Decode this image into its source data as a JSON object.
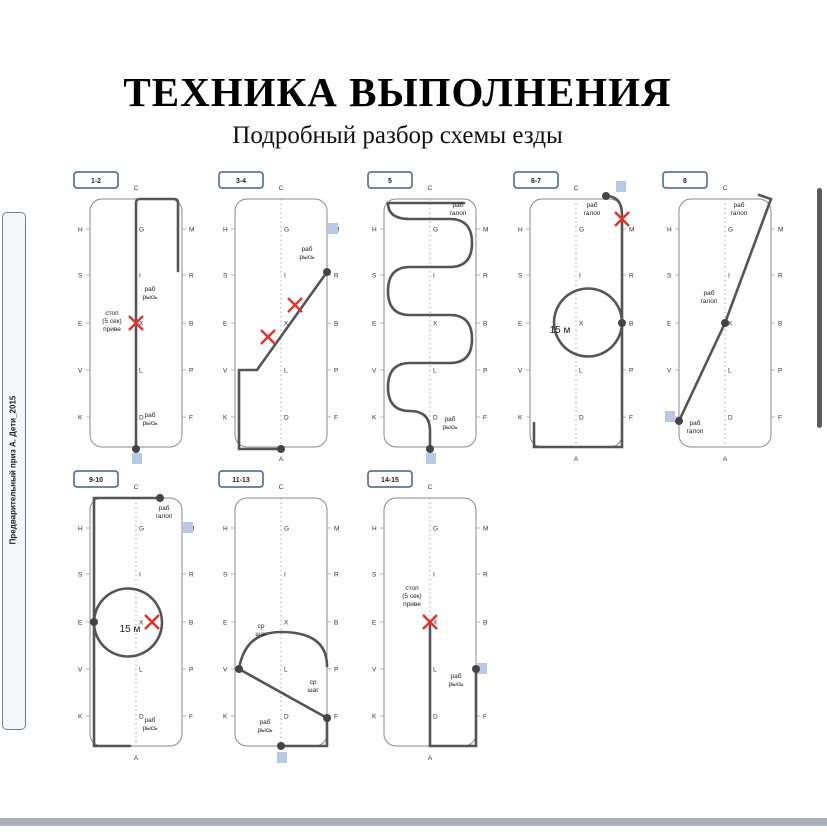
{
  "page": {
    "title": "ТЕХНИКА ВЫПОЛНЕНИЯ",
    "subtitle": "Подробный разбор схемы езды",
    "side_tab_text": "Предварительный приз А. Дети_2015"
  },
  "colors": {
    "accent_box": "#b7c9e6",
    "path": "#555555",
    "cross": "#e8302a",
    "tag_border": "#3d5f8e"
  },
  "diagrams": [
    {
      "tag": "1-2",
      "notes": [
        {
          "text": "раб",
          "text2": "рысь"
        },
        {
          "text": "стоп",
          "text2": "(5 сек)",
          "text3": "приве"
        },
        {
          "text": "раб",
          "text2": "рысь"
        }
      ]
    },
    {
      "tag": "3-4",
      "notes": [
        {
          "text": "раб",
          "text2": "рысь"
        }
      ]
    },
    {
      "tag": "5",
      "notes": [
        {
          "text": "раб",
          "text2": "галоп"
        },
        {
          "text": "раб",
          "text2": "рысь"
        }
      ]
    },
    {
      "tag": "6-7",
      "notes": [
        {
          "text": "раб",
          "text2": "галоп"
        },
        {
          "text": "15 м"
        }
      ]
    },
    {
      "tag": "8",
      "notes": [
        {
          "text": "раб",
          "text2": "галоп"
        },
        {
          "text": "раб",
          "text2": "галоп"
        },
        {
          "text": "раб",
          "text2": "галоп"
        }
      ]
    },
    {
      "tag": "9-10",
      "notes": [
        {
          "text": "раб",
          "text2": "галоп"
        },
        {
          "text": "15 м"
        },
        {
          "text": "раб",
          "text2": "рысь"
        }
      ]
    },
    {
      "tag": "11-13",
      "notes": [
        {
          "text": "ср",
          "text2": "шаг"
        },
        {
          "text": "ср",
          "text2": "шаг"
        },
        {
          "text": "раб",
          "text2": "рысь"
        }
      ]
    },
    {
      "tag": "14-15",
      "notes": [
        {
          "text": "стоп",
          "text2": "(5 сек)",
          "text3": "приве"
        },
        {
          "text": "раб",
          "text2": "рысь"
        }
      ]
    }
  ],
  "letters": {
    "top": "C",
    "bottom": "A",
    "center": "X",
    "left": [
      "H",
      "S",
      "E",
      "V",
      "K"
    ],
    "right": [
      "M",
      "R",
      "B",
      "P",
      "F"
    ],
    "center_line": [
      "G",
      "I",
      "X",
      "L",
      "D"
    ]
  }
}
